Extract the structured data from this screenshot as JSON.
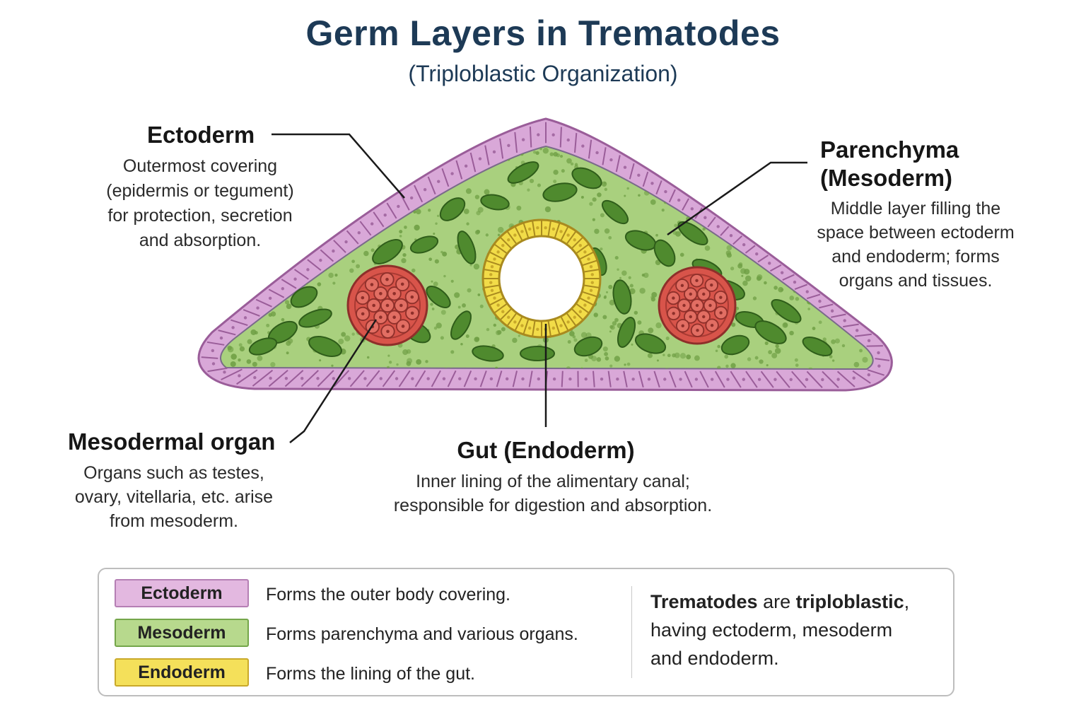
{
  "title": "Germ Layers in Trematodes",
  "subtitle": "(Triploblastic Organization)",
  "labels": {
    "ectoderm": {
      "heading": "Ectoderm",
      "lines": [
        "Outermost covering",
        "(epidermis or tegument)",
        "for protection, secretion",
        "and absorption."
      ]
    },
    "parenchyma": {
      "heading_lines": [
        "Parenchyma",
        "(Mesoderm)"
      ],
      "lines": [
        "Middle layer filling the",
        "space between ectoderm",
        "and endoderm; forms",
        "organs and tissues."
      ]
    },
    "mesodermal_organ": {
      "heading": "Mesodermal organ",
      "lines": [
        "Organs such as testes,",
        "ovary, vitellaria, etc. arise",
        "from mesoderm."
      ]
    },
    "gut": {
      "heading": "Gut (Endoderm)",
      "lines": [
        "Inner lining of the alimentary canal;",
        "responsible for digestion and absorption."
      ]
    }
  },
  "legend": {
    "items": [
      {
        "name": "Ectoderm",
        "desc": "Forms the outer body covering.",
        "fill": "#e3b8e0",
        "border": "#b57fb4"
      },
      {
        "name": "Mesoderm",
        "desc": "Forms parenchyma and various organs.",
        "fill": "#b7d98d",
        "border": "#74a64a"
      },
      {
        "name": "Endoderm",
        "desc": "Forms the lining of the gut.",
        "fill": "#f4e05a",
        "border": "#c9a92a"
      }
    ],
    "note": {
      "w1": "Trematodes",
      "w2": " are ",
      "w3": "triploblastic",
      "w4": ",",
      "rest1": "having ectoderm, mesoderm",
      "rest2": "and endoderm."
    }
  },
  "colors": {
    "ectoderm": "#d9a8d8",
    "ectoderm_border": "#9a5d99",
    "mesoderm": "#a9d07e",
    "mesoderm_dots": "#6f9f45",
    "mesoderm_cells": "#4f8a2e",
    "endoderm": "#f2dc48",
    "organ": "#d8544a",
    "title": "#1d3a56"
  }
}
